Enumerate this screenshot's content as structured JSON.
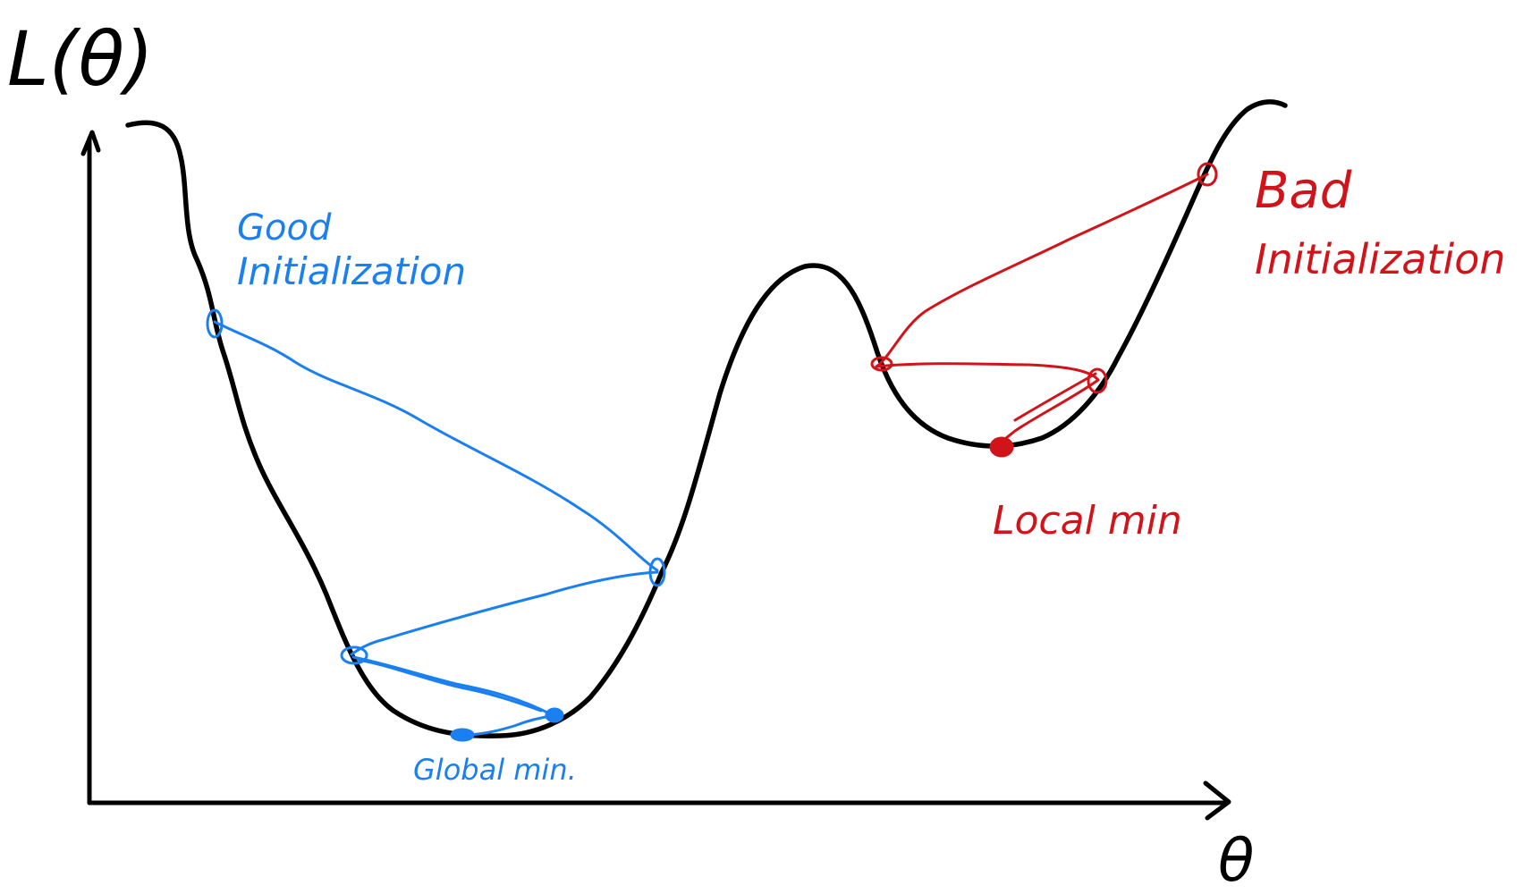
{
  "colors": {
    "ink": "#000000",
    "good": "#1a7ff0",
    "bad": "#d0141a",
    "background": "#ffffff"
  },
  "axes": {
    "y_label": "L(θ)",
    "x_label": "θ"
  },
  "annotations": {
    "good_line1": "Good",
    "good_line2": "Initialization",
    "global_min": "Global min.",
    "bad_line1": "Bad",
    "bad_line2": "Initialization",
    "local_min": "Local min"
  }
}
